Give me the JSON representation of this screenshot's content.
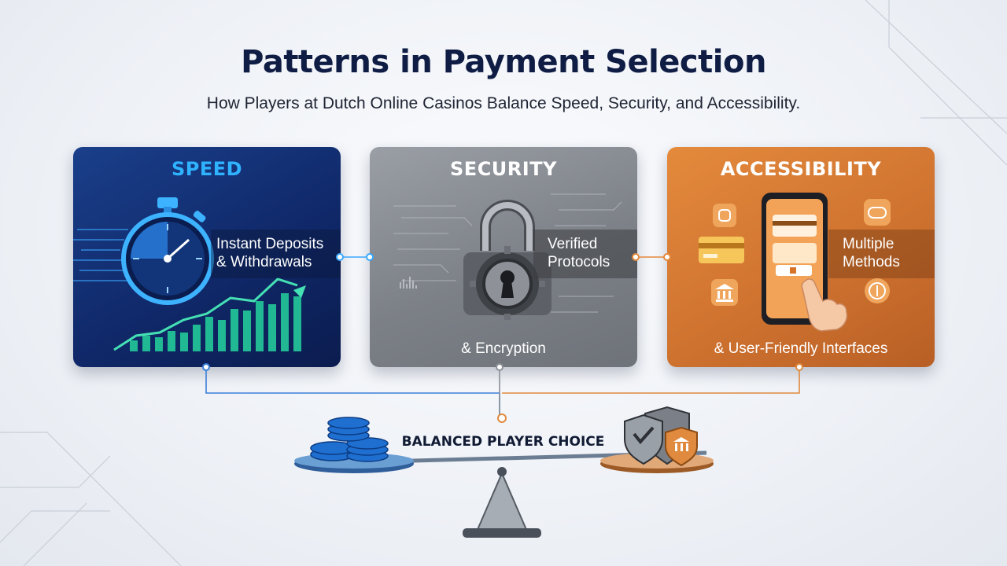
{
  "title": "Patterns in Payment Selection",
  "subtitle": "How Players at Dutch Online Casinos Balance Speed, Security, and Accessibility.",
  "cards": [
    {
      "heading": "SPEED",
      "band_line1": "Instant Deposits",
      "band_line2": "& Withdrawals",
      "bottom": "",
      "icon": "stopwatch-icon",
      "accent": "#2fb3ff"
    },
    {
      "heading": "SECURITY",
      "band_line1": "Verified",
      "band_line2": "Protocols",
      "bottom": "& Encryption",
      "icon": "padlock-icon",
      "accent": "#ffffff"
    },
    {
      "heading": "ACCESSIBILITY",
      "band_line1": "Multiple",
      "band_line2": "Methods",
      "bottom": "& User-Friendly Interfaces",
      "icon": "smartphone-icon",
      "accent": "#ffffff"
    }
  ],
  "balance": {
    "label": "BALANCED PLAYER CHOICE",
    "left_icon": "coin-stack-icon",
    "right_icon": "shield-icon"
  },
  "colors": {
    "speed": "#10296a",
    "security": "#7c8087",
    "accessibility": "#cf7330",
    "title": "#0f1d45"
  }
}
